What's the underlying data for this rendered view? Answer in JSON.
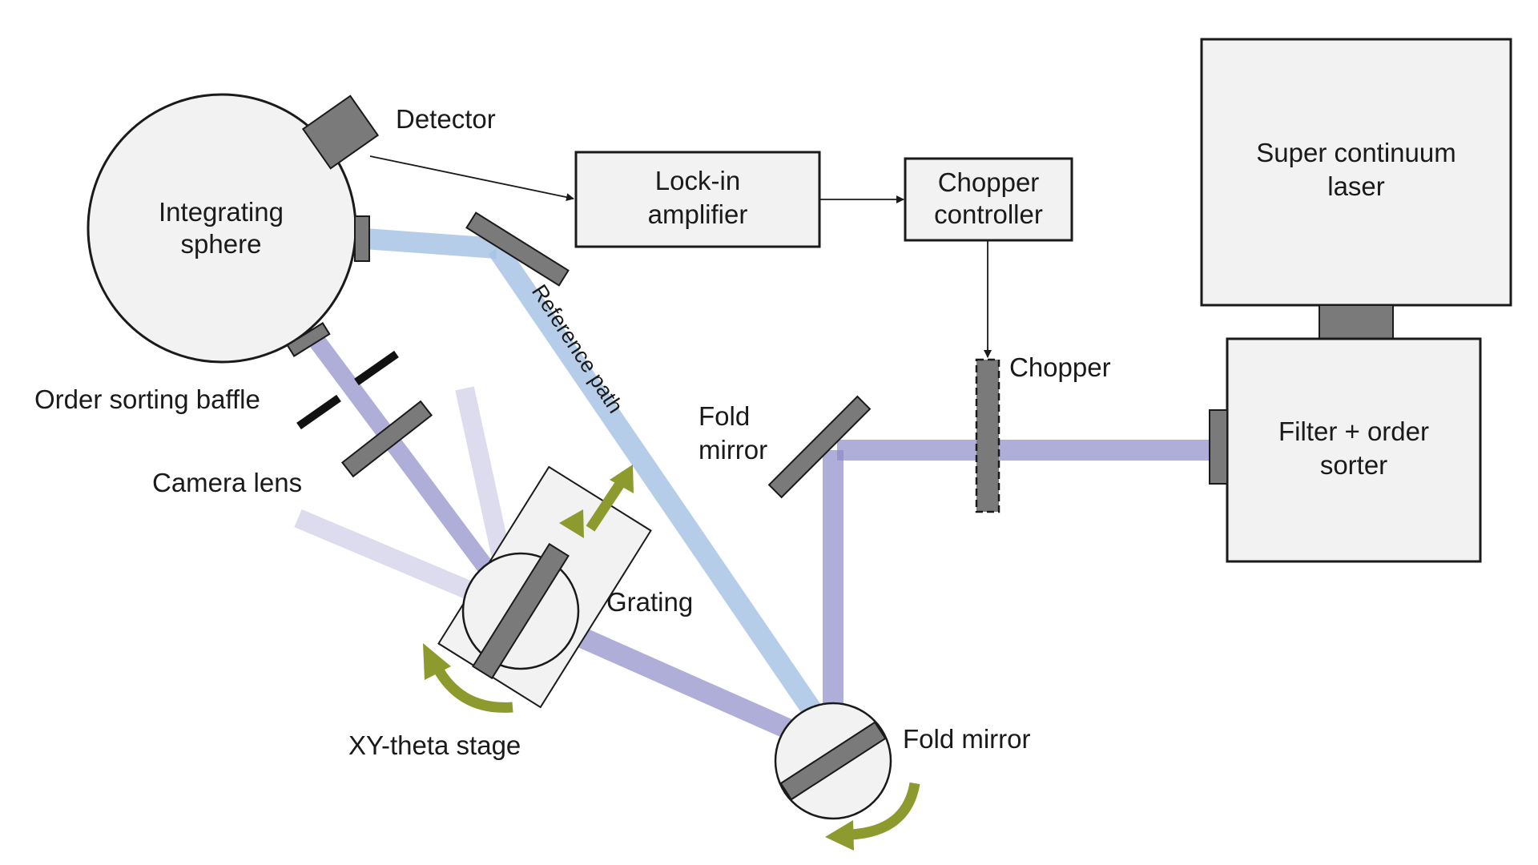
{
  "labels": {
    "detector": "Detector",
    "integrating_sphere_1": "Integrating",
    "integrating_sphere_2": "sphere",
    "lockin_1": "Lock-in",
    "lockin_2": "amplifier",
    "chopper_controller_1": "Chopper",
    "chopper_controller_2": "controller",
    "laser_1": "Super continuum",
    "laser_2": "laser",
    "filter_1": "Filter + order",
    "filter_2": "sorter",
    "chopper": "Chopper",
    "fold_mirror_top_1": "Fold",
    "fold_mirror_top_2": "mirror",
    "order_sorting_baffle": "Order sorting baffle",
    "camera_lens": "Camera lens",
    "reference_path": "Reference path",
    "grating": "Grating",
    "xy_theta_stage": "XY-theta stage",
    "fold_mirror_bottom": "Fold mirror"
  },
  "colors": {
    "beam_main": "#8c8cc8",
    "beam_reference": "#a8c4e4",
    "component_fill": "#f2f2f2",
    "component_stroke": "#1a1a1a",
    "optic_dark": "#7a7a7a",
    "arrow_green": "#8c9a2e"
  }
}
